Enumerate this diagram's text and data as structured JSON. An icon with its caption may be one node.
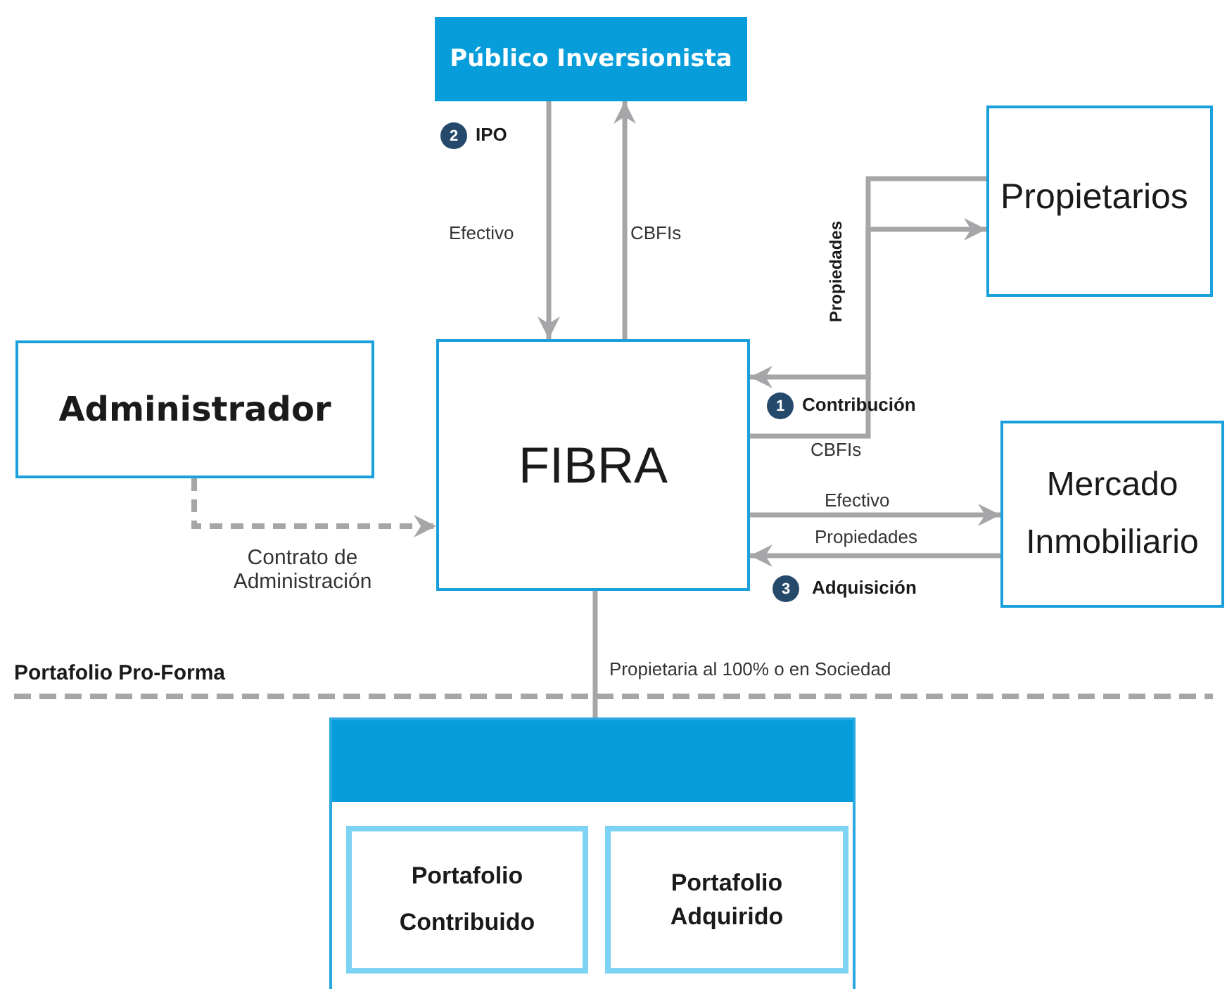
{
  "diagram": {
    "nodes": [
      {
        "text": [
          "Público Inversionista"
        ]
      },
      {
        "text": [
          "Propietarios"
        ]
      },
      {
        "text": [
          "Administrador"
        ]
      },
      {
        "text": [
          "FIBRA"
        ]
      },
      {
        "text": [
          "Mercado Inmobiliario"
        ]
      },
      {
        "text": [],
        "shape": "box"
      },
      {
        "text": [
          "Portafolio Contribuido"
        ],
        "in": 5
      },
      {
        "text": [
          "Portafolio Adquirido"
        ],
        "in": 5
      }
    ],
    "edges": [
      {
        "from": 0,
        "to": 3,
        "arrow": "to",
        "label": "Efectivo"
      },
      {
        "from": 3,
        "to": 0,
        "arrow": "to",
        "label": "CBFIs"
      },
      {
        "from": 1,
        "to": 3,
        "arrow": "to",
        "label": "Propiedades"
      },
      {
        "from": 3,
        "to": 1,
        "arrow": "to",
        "label": "CBFIs"
      },
      {
        "from": 3,
        "to": 4,
        "arrow": "to",
        "label": "Efectivo"
      },
      {
        "from": 4,
        "to": 3,
        "arrow": "to",
        "label": "Propiedades"
      },
      {
        "from": 2,
        "to": 3,
        "arrow": "to",
        "label": "Contrato de Administración",
        "style": "dashed"
      },
      {
        "from": 3,
        "to": 5,
        "arrow": "none",
        "label": "Propietaria al 100% o en Sociedad"
      }
    ],
    "labels": [
      "2",
      "IPO",
      "1",
      "Contribución",
      "3",
      "Adquisición",
      "Portafolio Pro-Forma"
    ]
  }
}
